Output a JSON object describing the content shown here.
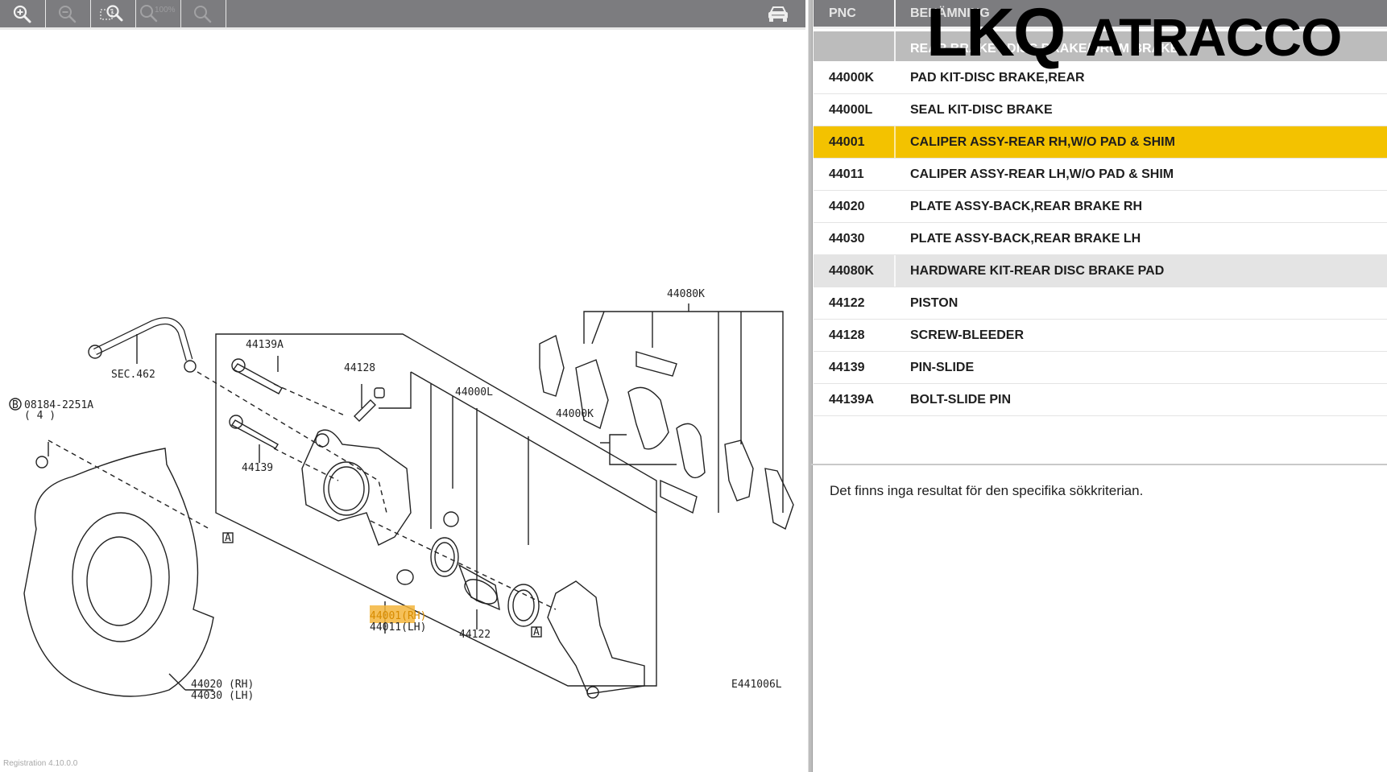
{
  "toolbar": {
    "buttons": [
      {
        "name": "zoom-in",
        "icon": "zoom-in-icon",
        "enabled": true
      },
      {
        "name": "zoom-out",
        "icon": "zoom-out-icon",
        "enabled": false
      },
      {
        "name": "zoom-fit",
        "icon": "zoom-fit-icon",
        "enabled": true
      },
      {
        "name": "zoom-100",
        "icon": "zoom-100-icon",
        "label": "100%",
        "enabled": false
      },
      {
        "name": "zoom-reset",
        "icon": "zoom-icon",
        "enabled": false
      }
    ],
    "car_icon": "car-icon"
  },
  "diagram": {
    "code": "E441006L",
    "labels": {
      "sec": "SEC.462",
      "bolt": "08184-2251A",
      "bolt_qty": "( 4 )",
      "bolt_marker": "B",
      "pin_a": "44139A",
      "pin": "44139",
      "bleeder": "44128",
      "seal_kit": "44000L",
      "piston": "44122",
      "hardware_kit": "44080K",
      "pad_kit": "44000K",
      "caliper_rh": "44001(RH)",
      "caliper_lh": "44011(LH)",
      "plate_rh": "44020 (RH)",
      "plate_lh": "44030 (LH)",
      "marker_a": "A"
    },
    "highlight": "44001",
    "highlight_color": "#f3b53c"
  },
  "registration": "Registration 4.10.0.0",
  "parts_table": {
    "columns": [
      "PNC",
      "BENÄMNING"
    ],
    "category": "REAR BRAKE / DISC BRAKE/DRUM BRAKE",
    "rows": [
      {
        "pnc": "44000K",
        "description": "PAD KIT-DISC BRAKE,REAR",
        "state": "normal"
      },
      {
        "pnc": "44000L",
        "description": "SEAL KIT-DISC BRAKE",
        "state": "normal"
      },
      {
        "pnc": "44001",
        "description": "CALIPER ASSY-REAR RH,W/O PAD & SHIM",
        "state": "selected"
      },
      {
        "pnc": "44011",
        "description": "CALIPER ASSY-REAR LH,W/O PAD & SHIM",
        "state": "normal"
      },
      {
        "pnc": "44020",
        "description": "PLATE ASSY-BACK,REAR BRAKE RH",
        "state": "normal"
      },
      {
        "pnc": "44030",
        "description": "PLATE ASSY-BACK,REAR BRAKE LH",
        "state": "normal"
      },
      {
        "pnc": "44080K",
        "description": "HARDWARE KIT-REAR DISC BRAKE PAD",
        "state": "hover"
      },
      {
        "pnc": "44122",
        "description": "PISTON",
        "state": "normal"
      },
      {
        "pnc": "44128",
        "description": "SCREW-BLEEDER",
        "state": "normal"
      },
      {
        "pnc": "44139",
        "description": "PIN-SLIDE",
        "state": "normal"
      },
      {
        "pnc": "44139A",
        "description": "BOLT-SLIDE PIN",
        "state": "normal"
      }
    ],
    "selected_color": "#f3c200",
    "hover_color": "#e4e4e4"
  },
  "no_results": "Det finns inga resultat för den specifika sökkriterian.",
  "brand": {
    "part1": "LKQ",
    "part2": "ATRACCO"
  }
}
